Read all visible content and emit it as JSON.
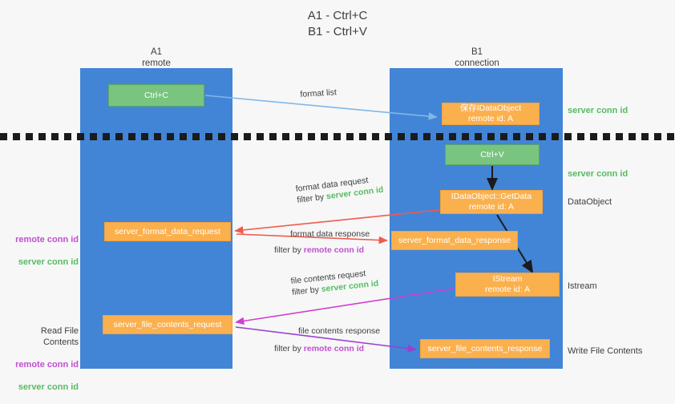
{
  "title": "A1 - Ctrl+C\nB1 - Ctrl+V",
  "columns": {
    "a1": "A1\nremote",
    "b1": "B1\nconnection"
  },
  "boxes": {
    "ctrl_c": "Ctrl+C",
    "save_idataobject": "保存IDataObject\nremote id: A",
    "ctrl_v": "Ctrl+V",
    "getdata": "IDataObject::GetData\nremote id: A",
    "server_format_data_request": "server_format_data_request",
    "server_format_data_response": "server_format_data_response",
    "istream": "IStream\nremote id: A",
    "server_file_contents_request": "server_file_contents_request",
    "server_file_contents_response": "server_file_contents_response"
  },
  "annotations": {
    "server_conn_id": "server conn id",
    "remote_conn_id": "remote conn id",
    "data_object": "DataObject",
    "istream": "Istream",
    "write_file_contents": "Write File Contents",
    "read_file_contents": "Read File Contents"
  },
  "edges": {
    "format_list": "format list",
    "format_data_request": "format data request",
    "format_data_request_filter_prefix": "filter by ",
    "format_data_response": "format data response",
    "format_data_response_filter_prefix": "filter by ",
    "file_contents_request": "file contents request",
    "file_contents_request_filter_prefix": "filter by ",
    "file_contents_response": "file contents response",
    "file_contents_response_filter_prefix": "filter by "
  },
  "colors": {
    "lane": "#4285d6",
    "green_box": "#79c47f",
    "orange_box": "#fbb04e",
    "server_conn_id_text": "#57bb63",
    "remote_conn_id_text": "#c14fd1",
    "arrow_light_blue": "#7fb8e8",
    "arrow_red": "#ef5a4c",
    "arrow_magenta": "#cf3fd0",
    "arrow_purple": "#9b3fd0",
    "arrow_black": "#1b1b1b",
    "background": "#f7f7f7"
  }
}
